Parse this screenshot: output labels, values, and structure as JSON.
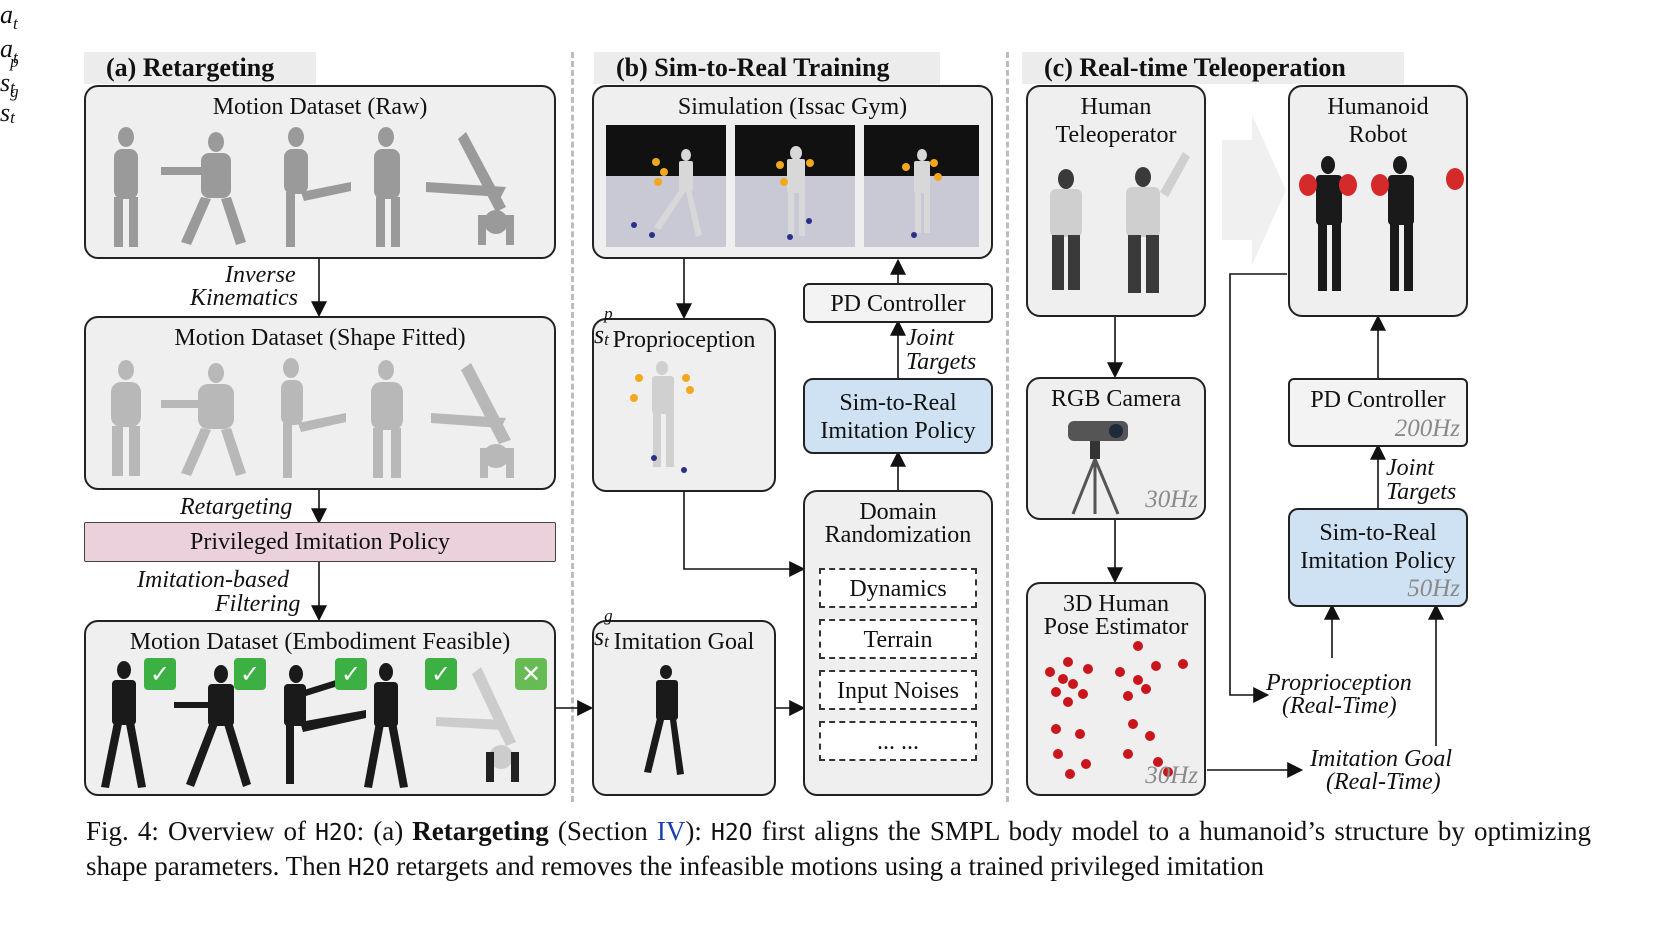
{
  "sections": {
    "a_title": "(a) Retargeting",
    "b_title": "(b) Sim-to-Real Training",
    "c_title": "(c) Real-time Teleoperation"
  },
  "a": {
    "raw": "Motion Dataset (Raw)",
    "ik_line1": "Inverse",
    "ik_line2": "Kinematics",
    "fitted": "Motion Dataset (Shape Fitted)",
    "retargeting": "Retargeting",
    "privileged": "Privileged Imitation Policy",
    "filter_line1": "Imitation-based",
    "filter_line2": "Filtering",
    "feasible": "Motion Dataset (Embodiment Feasible)",
    "check": "✓",
    "cross": "✕"
  },
  "b": {
    "simulation": "Simulation (Issac Gym)",
    "pd": "PD Controller",
    "a_t": "a",
    "a_sub": "t",
    "joint1": "Joint",
    "joint2": "Targets",
    "proprio": "Proprioception",
    "s_p": "s",
    "s_p_sup": "p",
    "s_p_sub": "t",
    "policy1": "Sim-to-Real",
    "policy2": "Imitation Policy",
    "dr1": "Domain",
    "dr2": "Randomization",
    "dyn": "Dynamics",
    "terrain": "Terrain",
    "noise": "Input Noises",
    "ellipsis": "... ...",
    "goal": "Imitation Goal",
    "s_g": "s",
    "s_g_sup": "g",
    "s_g_sub": "t"
  },
  "c": {
    "human1": "Human",
    "human2": "Teleoperator",
    "robot1": "Humanoid",
    "robot2": "Robot",
    "camera": "RGB Camera",
    "cam_hz": "30Hz",
    "pose1": "3D Human",
    "pose2": "Pose Estimator",
    "pose_hz": "30Hz",
    "pd": "PD Controller",
    "pd_hz": "200Hz",
    "a_t": "a",
    "a_sub": "t",
    "joint1": "Joint",
    "joint2": "Targets",
    "policy1": "Sim-to-Real",
    "policy2": "Imitation Policy",
    "policy_hz": "50Hz",
    "s_p": "s",
    "s_p_sup": "p",
    "s_p_sub": "t",
    "s_g": "s",
    "s_g_sup": "g",
    "s_g_sub": "t",
    "prop1": "Proprioception",
    "prop2": "(Real-Time)",
    "goal1": "Imitation Goal",
    "goal2": "(Real-Time)"
  },
  "caption": {
    "fig": "Fig. 4: Overview of ",
    "h2o_1": "H2O",
    "p1": ": (a) ",
    "bold": "Retargeting",
    "p2": " (Section ",
    "ref": "IV",
    "p3": "): ",
    "h2o_2": "H2O",
    "p4": " first aligns the SMPL body model to a humanoid’s structure by optimizing shape parameters. Then ",
    "h2o_3": "H2O",
    "p5": " retargets and removes the infeasible motions using a trained privileged imitation"
  },
  "colors": {
    "box_fill": "#efefef",
    "policy_fill": "#cfe2f3",
    "privileged_fill": "#ead1dc",
    "frequency_text": "#8a8a8a",
    "link": "#1a3fb3"
  }
}
